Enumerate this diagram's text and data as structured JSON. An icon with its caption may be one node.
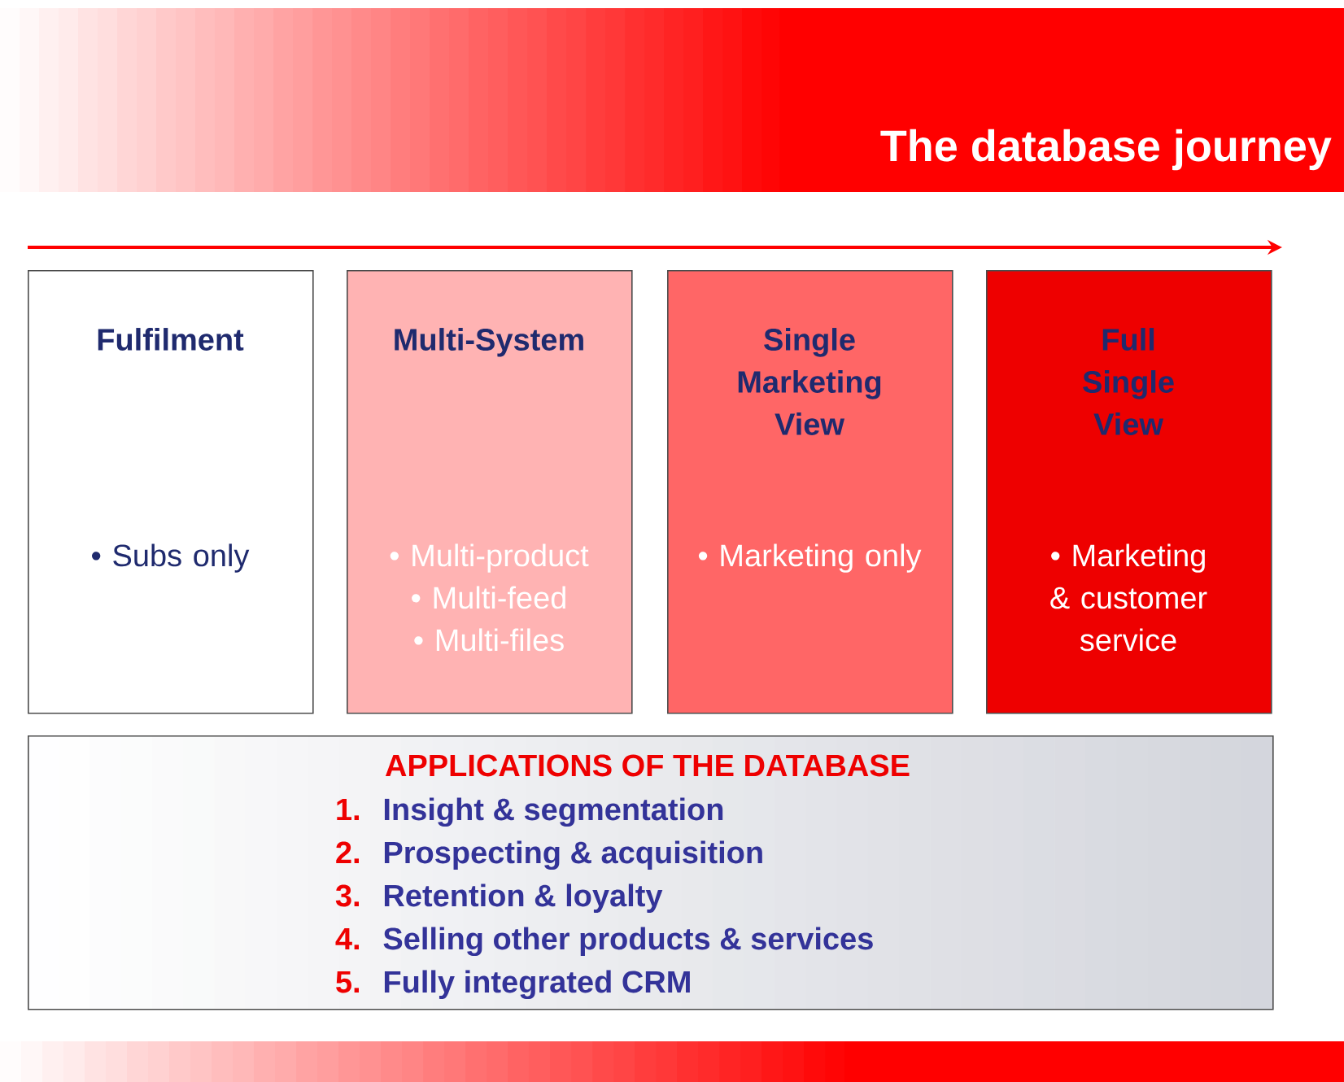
{
  "diagram": {
    "title": "The database journey",
    "nodes": [
      {
        "text": [
          "Fulfilment",
          "• Subs only"
        ]
      },
      {
        "text": [
          "Multi-System",
          "• Multi-product",
          "• Multi-feed",
          "• Multi-files"
        ]
      },
      {
        "text": [
          "Single Marketing View",
          "• Marketing only"
        ]
      },
      {
        "text": [
          "Full Single View",
          "• Marketing & customer service"
        ]
      },
      {
        "text": [
          "APPLICATIONS OF THE DATABASE",
          "1.",
          "Insight & segmentation",
          "2.",
          "Prospecting & acquisition",
          "3.",
          "Retention & loyalty",
          "4.",
          "Selling other products & services",
          "5.",
          "Fully integrated CRM"
        ]
      }
    ]
  }
}
